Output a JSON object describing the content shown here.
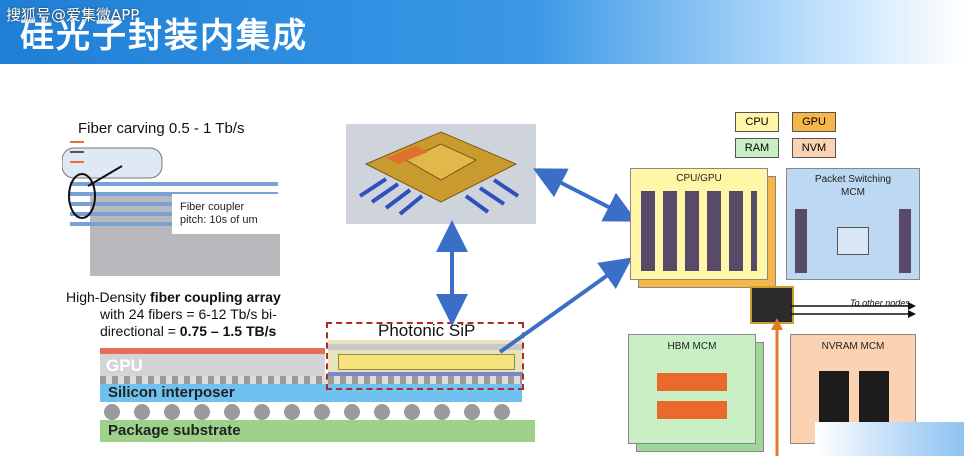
{
  "header": {
    "watermark": "搜狐号@爱集微APP",
    "title": "硅光子封装内集成"
  },
  "fiber": {
    "carving_label": "Fiber carving 0.5 - 1 Tb/s",
    "coupler_line1": "Fiber coupler",
    "coupler_line2": "pitch: 10s of um",
    "array_line1_prefix": "High-Density ",
    "array_line1_bold": "fiber coupling array",
    "array_line2": "with 24 fibers = 6-12 Tb/s bi-",
    "array_line3_prefix": "directional = ",
    "array_line3_bold": "0.75 – 1.5 TB/s"
  },
  "stack": {
    "photonic_sip": "Photonic SiP",
    "gpu": "GPU",
    "interposer": "Silicon interposer",
    "substrate": "Package substrate"
  },
  "legend": {
    "cpu": "CPU",
    "gpu": "GPU",
    "ram": "RAM",
    "nvm": "NVM"
  },
  "system": {
    "cpu_gpu": "CPU/GPU",
    "packet_line1": "Packet Switching",
    "packet_line2": "MCM",
    "other_nodes": "To other nodes",
    "hbm": "HBM MCM",
    "nvram": "NVRAM MCM"
  },
  "colors": {
    "header_blue": "#1e7fd6",
    "cpu_yellow": "#fff6a8",
    "gpu_orange": "#f5b64a",
    "ram_green": "#c9efc5",
    "nvm_peach": "#fbd3b3",
    "packet_blue": "#bcd8f2",
    "arrow_blue": "#3b6fc7",
    "sip_red": "#b02a2a"
  }
}
